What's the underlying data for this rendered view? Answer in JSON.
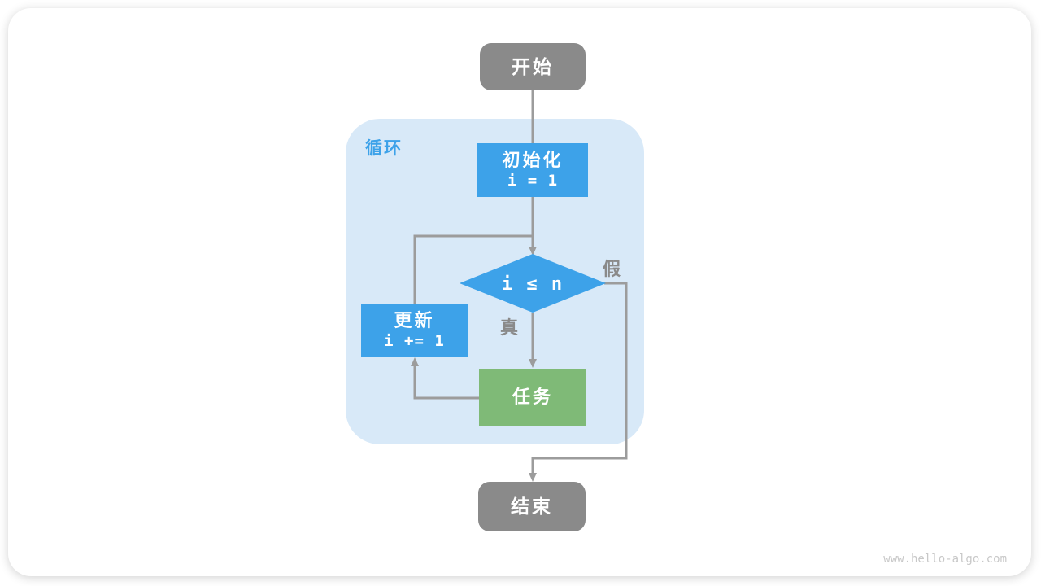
{
  "flowchart": {
    "nodes": {
      "start": {
        "label": "开始"
      },
      "init": {
        "label": "初始化",
        "code": "i = 1"
      },
      "cond": {
        "label": "i ≤ n"
      },
      "update": {
        "label": "更新",
        "code": "i += 1"
      },
      "task": {
        "label": "任务"
      },
      "end": {
        "label": "结束"
      }
    },
    "loop_container": {
      "label": "循环"
    },
    "edge_labels": {
      "true": "真",
      "false": "假"
    },
    "colors": {
      "terminal_gray": "#8a8a8a",
      "process_blue": "#3da2e9",
      "process_green": "#7fba77",
      "container_light_blue": "#d8e9f8",
      "connector_gray": "#9c9c9c",
      "edge_label_gray": "#8a8a8a",
      "loop_label_blue": "#3da2e9",
      "watermark_gray": "#c8c8c8"
    }
  },
  "page": {
    "watermark": "www.hello-algo.com"
  }
}
